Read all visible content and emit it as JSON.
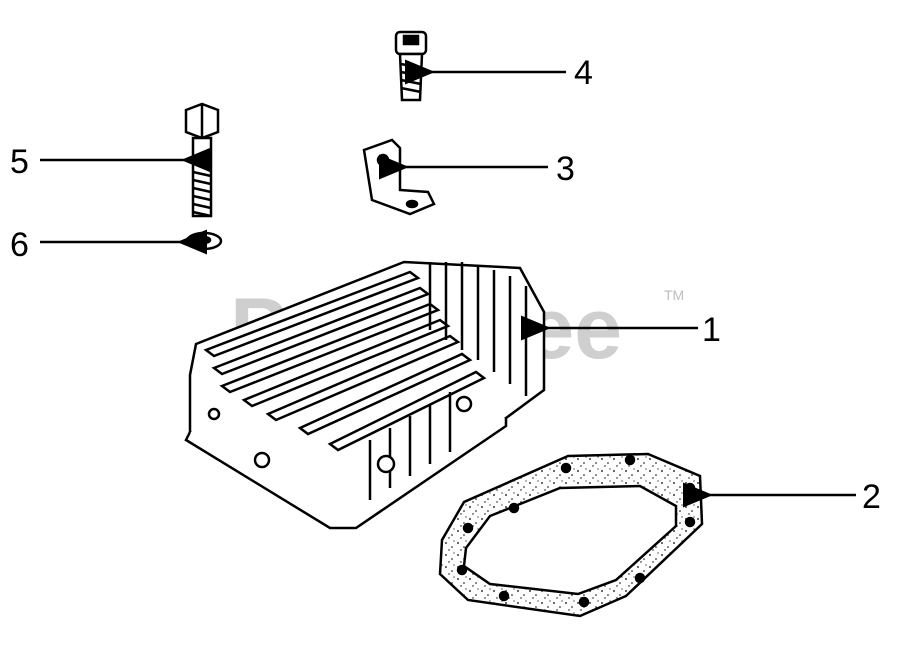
{
  "watermark": {
    "text": "PartsTree",
    "tm": "TM"
  },
  "callouts": [
    {
      "id": "1",
      "label": "1"
    },
    {
      "id": "2",
      "label": "2"
    },
    {
      "id": "3",
      "label": "3"
    },
    {
      "id": "4",
      "label": "4"
    },
    {
      "id": "5",
      "label": "5"
    },
    {
      "id": "6",
      "label": "6"
    }
  ]
}
